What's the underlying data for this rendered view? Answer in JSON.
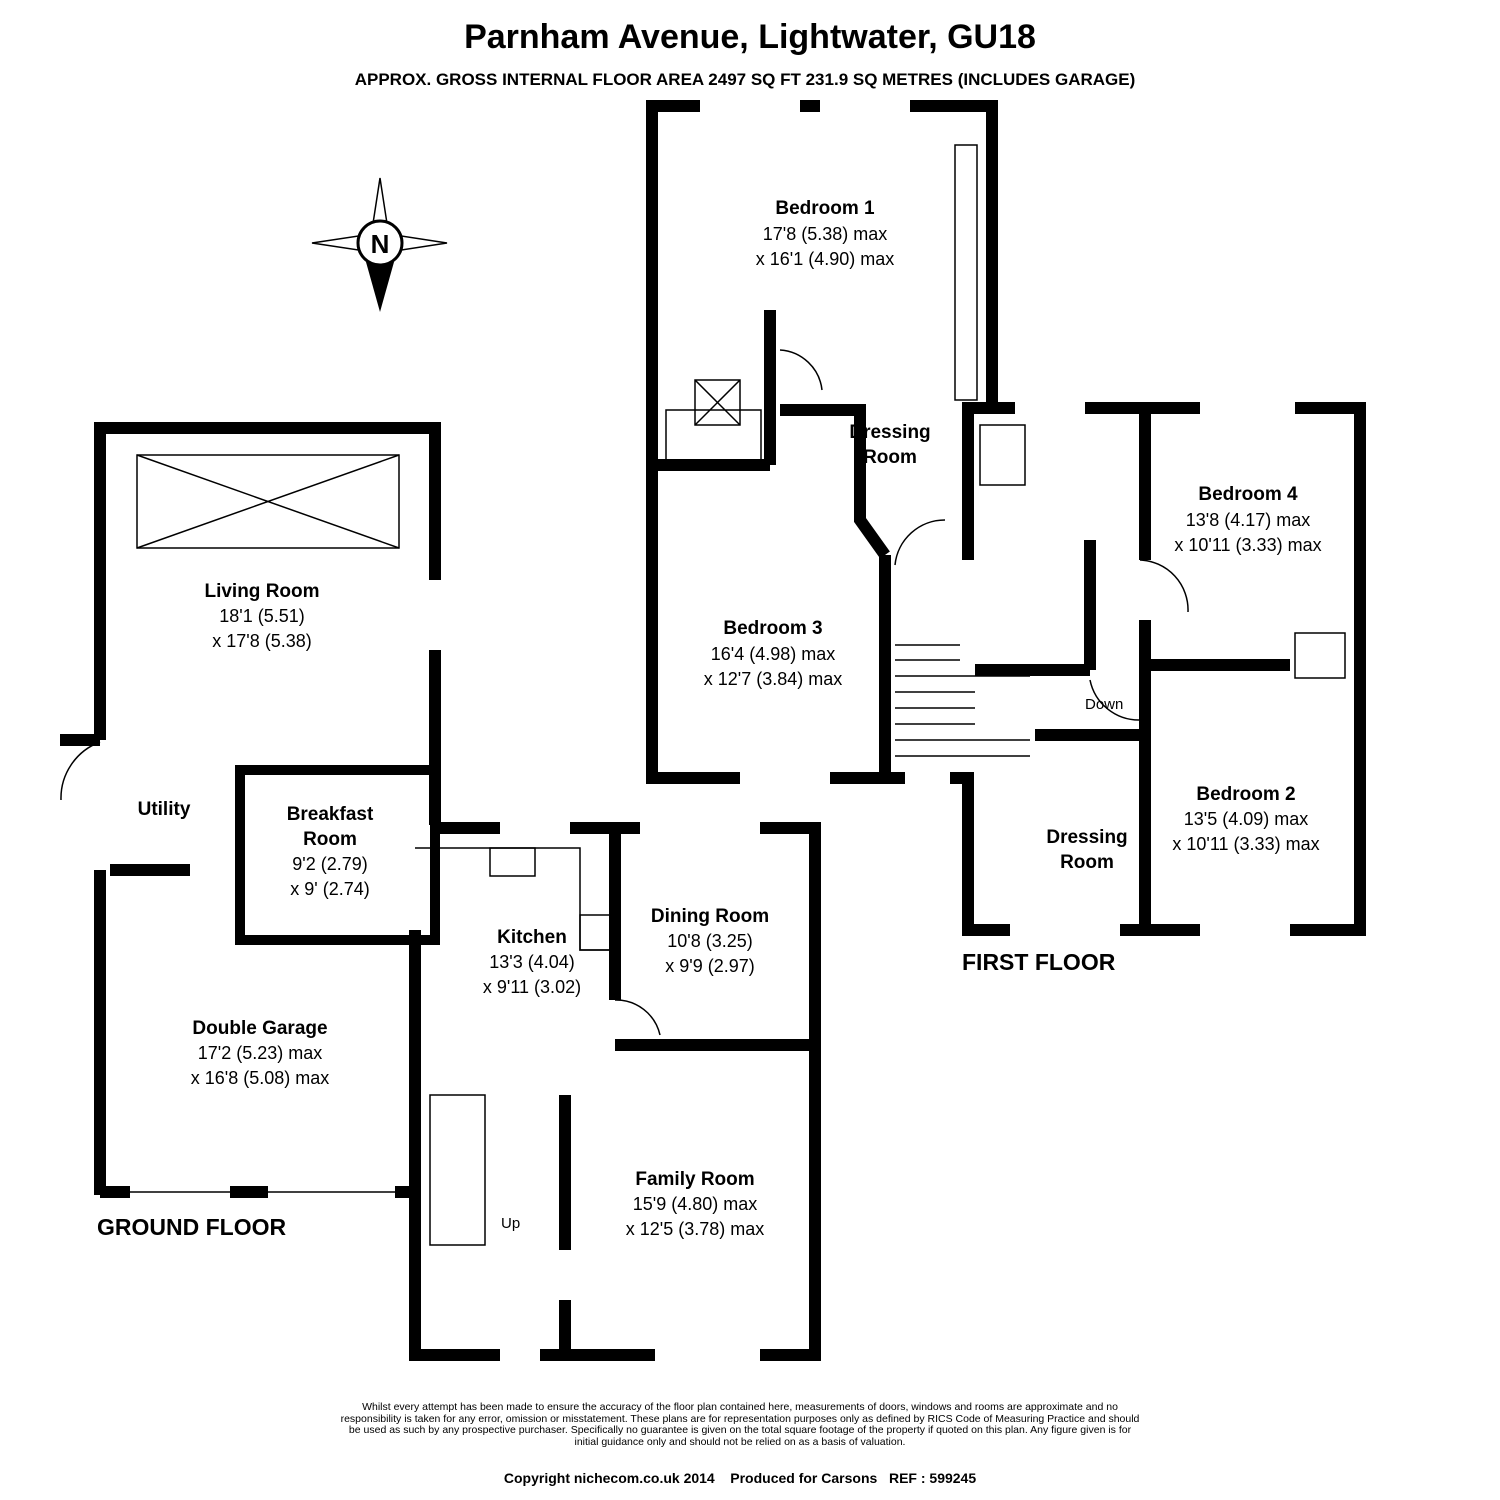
{
  "header": {
    "title": "Parnham Avenue, Lightwater, GU18",
    "subtitle": "APPROX. GROSS INTERNAL FLOOR AREA 2497 SQ FT 231.9 SQ METRES (INCLUDES GARAGE)"
  },
  "compass": {
    "label": "N"
  },
  "ground_floor": {
    "label": "GROUND FLOOR",
    "stairs_label": "Up",
    "rooms": [
      {
        "name": "Living Room",
        "dim1": "18'1 (5.51)",
        "dim2": "x 17'8 (5.38)"
      },
      {
        "name": "Utility"
      },
      {
        "name1": "Breakfast",
        "name2": "Room",
        "dim1": "9'2 (2.79)",
        "dim2": "x 9' (2.74)"
      },
      {
        "name": "Kitchen",
        "dim1": "13'3 (4.04)",
        "dim2": "x 9'11 (3.02)"
      },
      {
        "name": "Dining Room",
        "dim1": "10'8 (3.25)",
        "dim2": "x 9'9 (2.97)"
      },
      {
        "name": "Double Garage",
        "dim1": "17'2 (5.23) max",
        "dim2": "x 16'8 (5.08) max"
      },
      {
        "name": "Family Room",
        "dim1": "15'9 (4.80) max",
        "dim2": "x 12'5 (3.78) max"
      }
    ]
  },
  "first_floor": {
    "label": "FIRST FLOOR",
    "stairs_label": "Down",
    "rooms": [
      {
        "name": "Bedroom 1",
        "dim1": "17'8 (5.38) max",
        "dim2": "x 16'1 (4.90) max"
      },
      {
        "name1": "Dressing",
        "name2": "Room"
      },
      {
        "name": "Bedroom 3",
        "dim1": "16'4 (4.98) max",
        "dim2": "x 12'7 (3.84) max"
      },
      {
        "name": "Bedroom 4",
        "dim1": "13'8 (4.17) max",
        "dim2": "x 10'11 (3.33) max"
      },
      {
        "name": "Bedroom 2",
        "dim1": "13'5 (4.09) max",
        "dim2": "x 10'11 (3.33) max"
      },
      {
        "name1": "Dressing",
        "name2": "Room"
      }
    ]
  },
  "footer": {
    "disclaimer": "Whilst every attempt has been made to ensure the accuracy of the floor plan contained here, measurements of doors, windows and rooms are approximate and no responsibility is taken for any error, omission or misstatement. These plans are for representation purposes only as defined by RICS Code of Measuring Practice and should be used as such by any prospective purchaser.  Specifically no guarantee is given on the total square footage of the property if quoted on this plan. Any figure given is for initial guidance only and should not be relied on as a basis of valuation.",
    "copyright": "Copyright nichecom.co.uk 2014    Produced for Carsons   REF : 599245"
  }
}
